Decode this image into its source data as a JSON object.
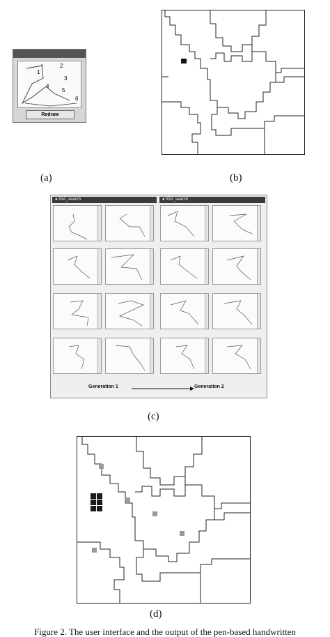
{
  "subfigures": {
    "a": {
      "caption": "(a)",
      "button_label": "Redraw",
      "stroke_numbers": [
        "1",
        "2",
        "3",
        "4",
        "5",
        "6"
      ]
    },
    "b": {
      "caption": "(b)"
    },
    "c": {
      "caption": "(c)",
      "window_titles": [
        "IGA_search",
        "IGA_search"
      ],
      "from_label": "Generation 1",
      "to_label": "Generation 2"
    },
    "d": {
      "caption": "(d)"
    }
  },
  "figure_caption": "Figure 2. The user interface and the output of the pen-based handwritten",
  "colors": {
    "selected_cell": "#1a1a1a",
    "candidate_cell": "#9a9a9a",
    "map_line": "#222222"
  }
}
